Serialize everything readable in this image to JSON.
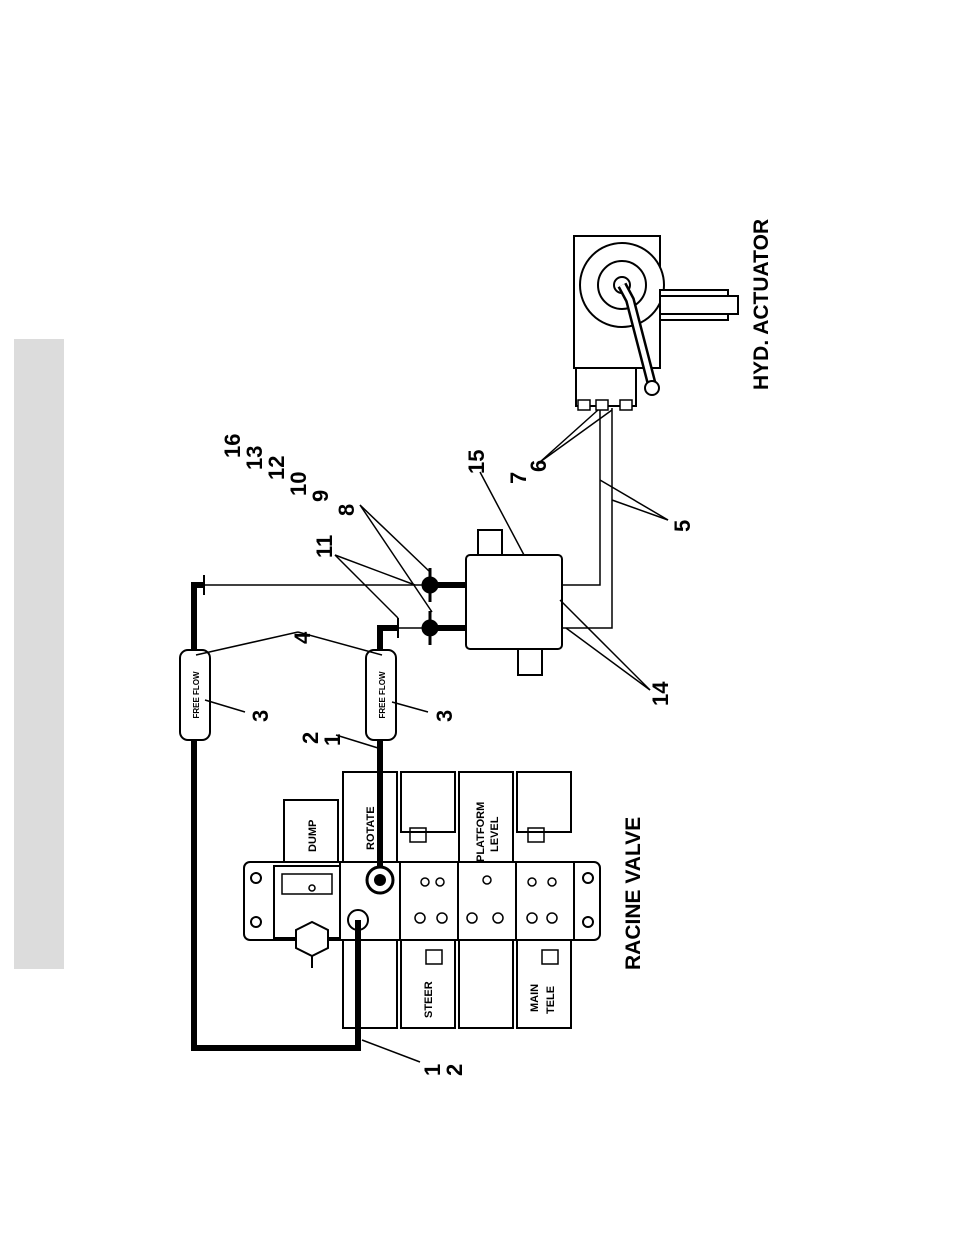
{
  "titles": {
    "valve": "RACINE VALVE",
    "actuator": "HYD. ACTUATOR"
  },
  "sections": {
    "dump": "DUMP",
    "rotate": "ROTATE",
    "steer": "STEER",
    "platform_1": "PLATFORM",
    "platform_2": "LEVEL",
    "main_1": "MAIN",
    "main_2": "TELE"
  },
  "flow_label": "FREE FLOW",
  "callouts": {
    "c16": "16",
    "c13": "13",
    "c12": "12",
    "c10": "10",
    "c9": "9",
    "c8": "8",
    "c11": "11",
    "c15": "15",
    "c7": "7",
    "c6": "6",
    "c5": "5",
    "c14": "14",
    "c4": "4",
    "c3a": "3",
    "c3b": "3",
    "c2a": "2",
    "c1a": "1",
    "c1b": "1",
    "c2b": "2"
  }
}
